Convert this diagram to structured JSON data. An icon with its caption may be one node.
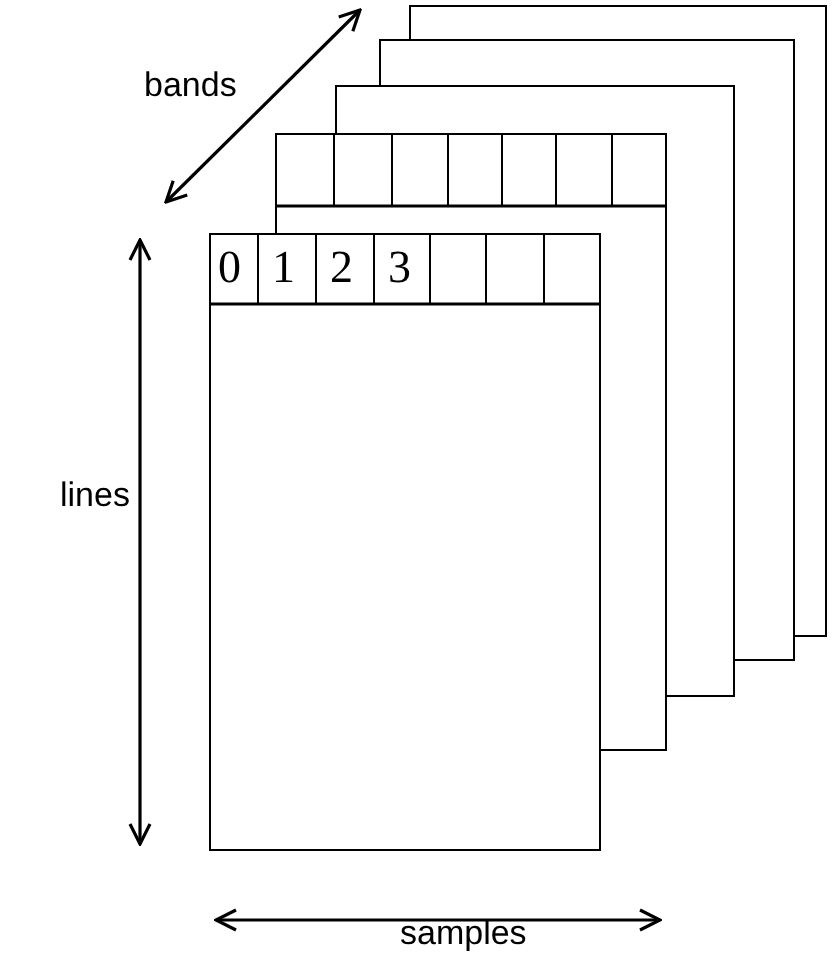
{
  "diagram": {
    "labels": [
      "bands",
      "0",
      "1",
      "2",
      "3",
      "lines",
      "samples"
    ]
  }
}
